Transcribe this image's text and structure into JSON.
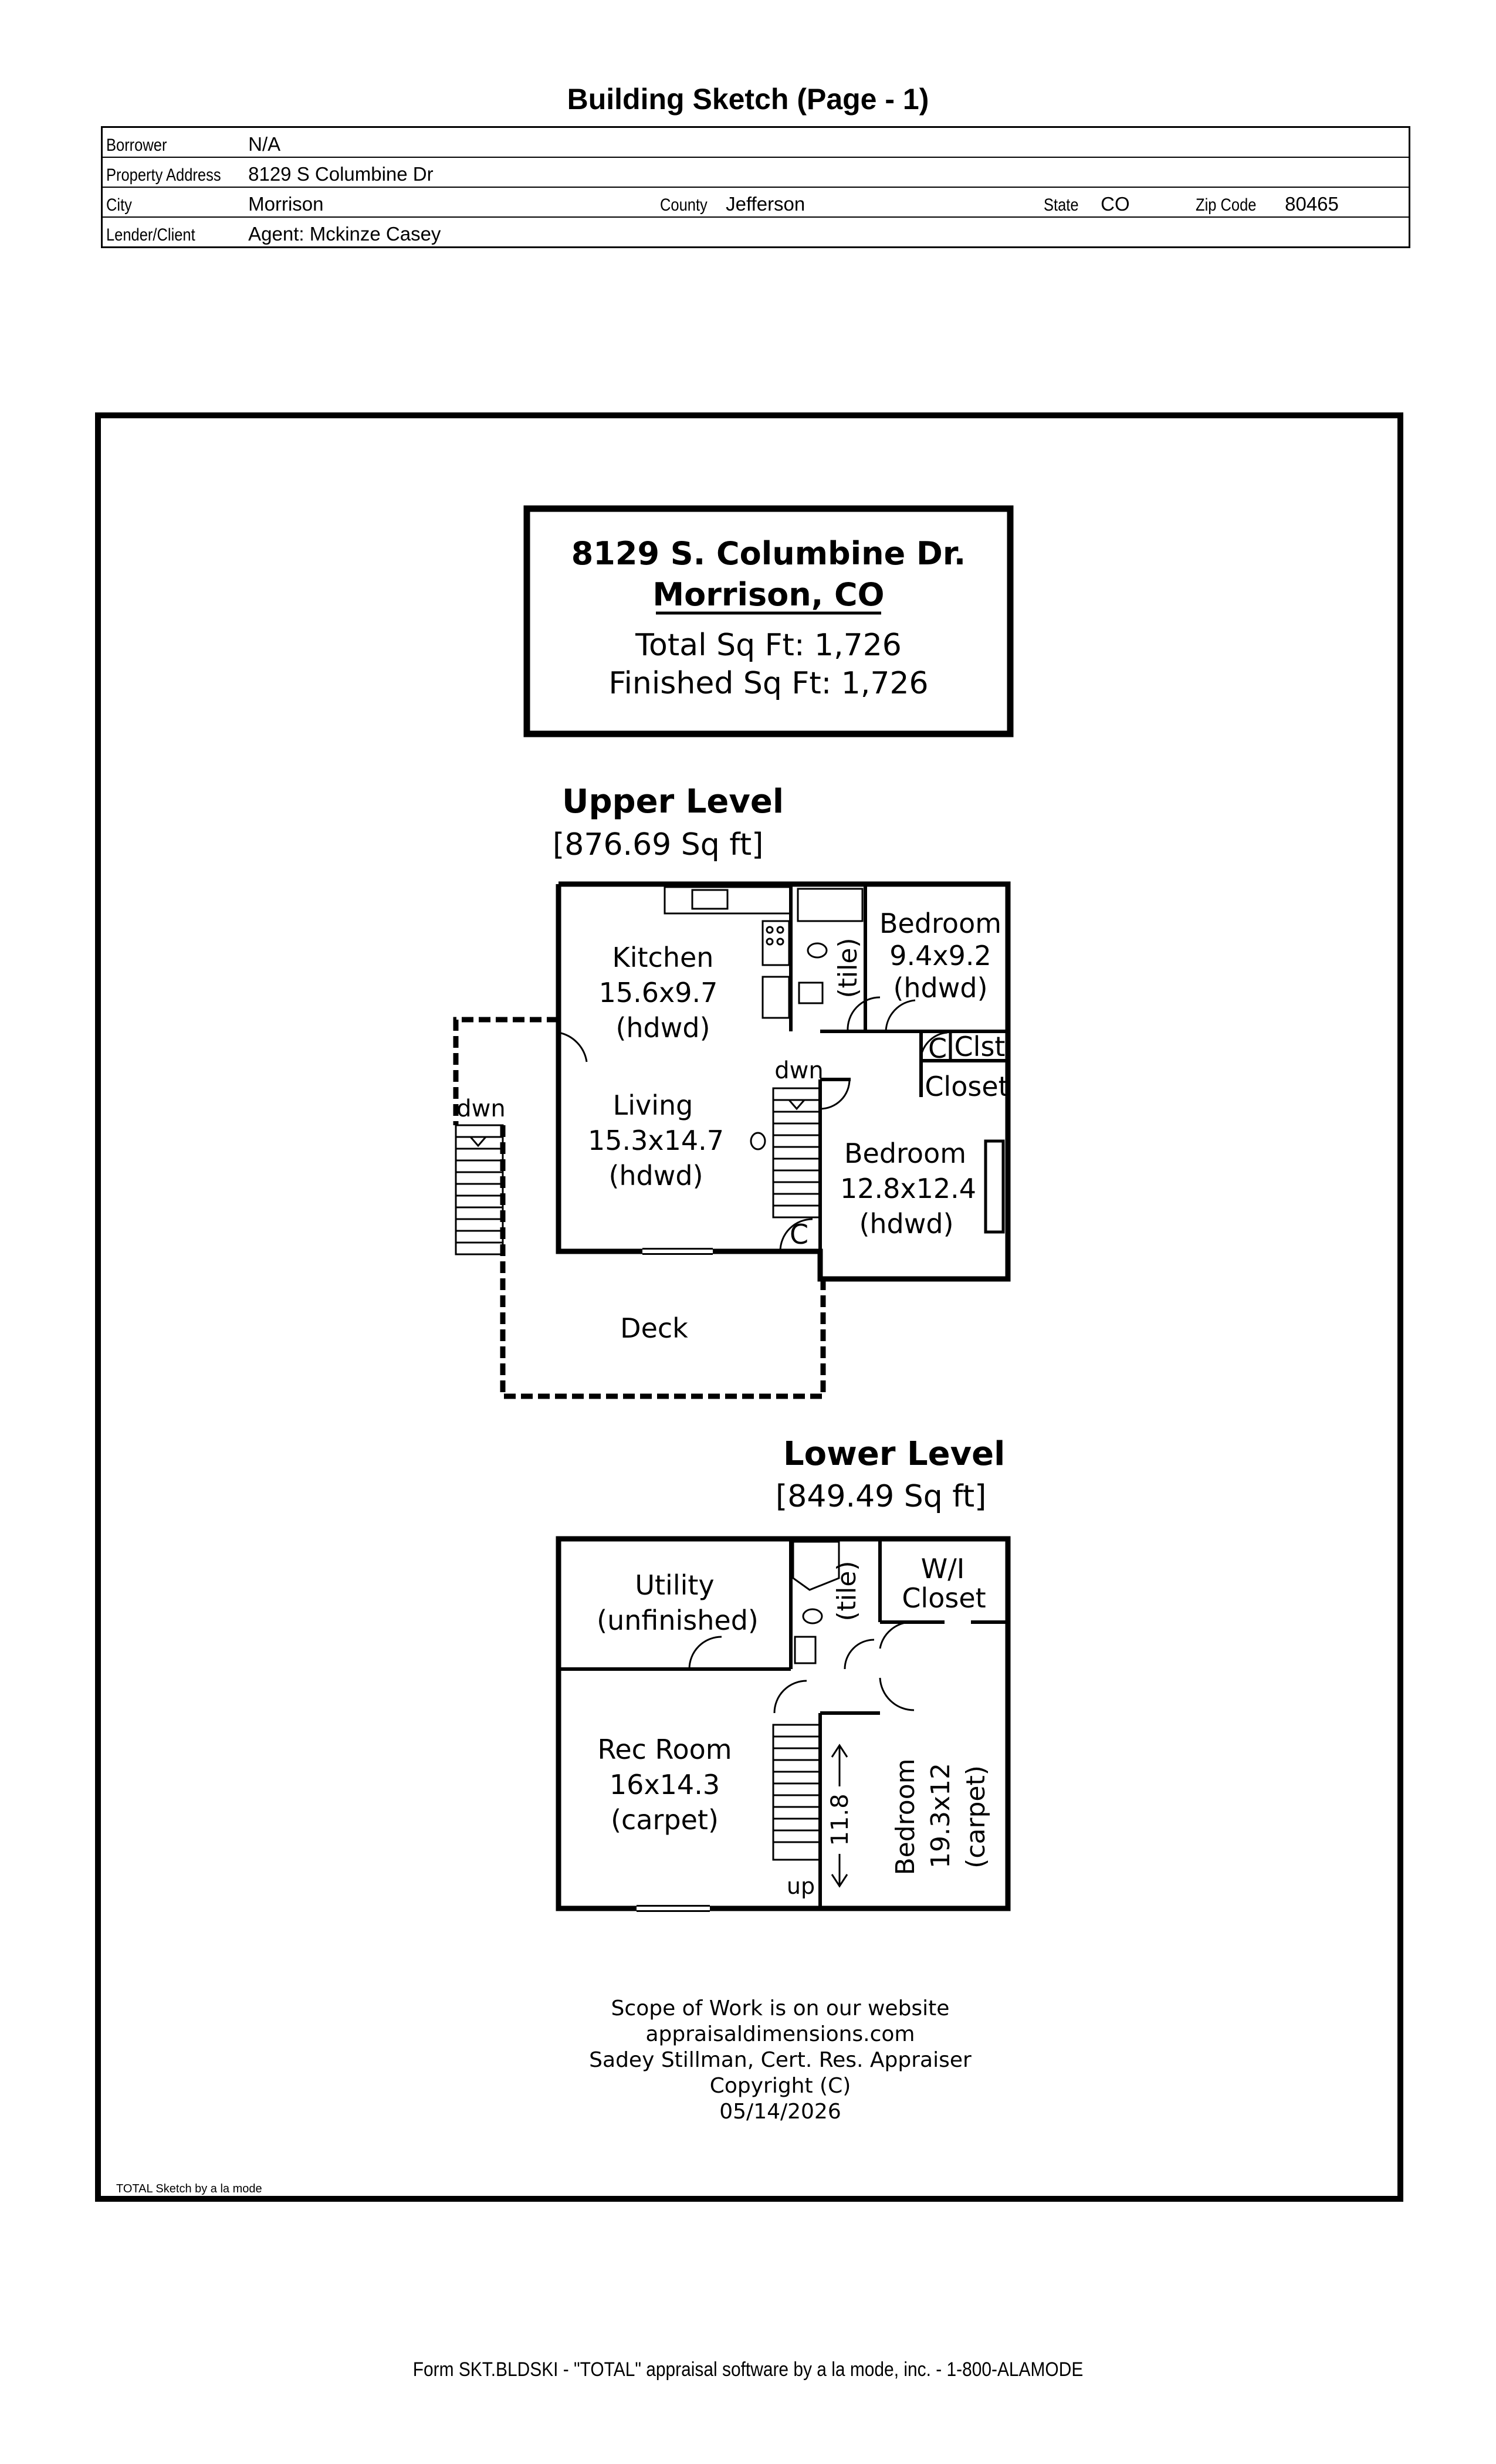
{
  "title": "Building Sketch (Page - 1)",
  "info": {
    "borrower_label": "Borrower",
    "borrower": "N/A",
    "address_label": "Property Address",
    "address": "8129 S Columbine Dr",
    "city_label": "City",
    "city": "Morrison",
    "county_label": "County",
    "county": "Jefferson",
    "state_label": "State",
    "state": "CO",
    "zip_label": "Zip Code",
    "zip": "80465",
    "lender_label": "Lender/Client",
    "lender": "Agent: Mckinze Casey"
  },
  "summary": {
    "address_line": "8129 S. Columbine Dr.",
    "city_line": "Morrison, CO",
    "total": "Total Sq Ft: 1,726",
    "finished": "Finished Sq Ft: 1,726"
  },
  "upper": {
    "heading": "Upper Level",
    "area": "[876.69 Sq ft]",
    "kitchen": [
      "Kitchen",
      "15.6x9.7",
      "(hdwd)"
    ],
    "living": [
      "Living",
      "15.3x14.7",
      "(hdwd)"
    ],
    "bedroom1": [
      "Bedroom",
      "9.4x9.2",
      "(hdwd)"
    ],
    "bedroom2": [
      "Bedroom",
      "12.8x12.4",
      "(hdwd)"
    ],
    "tile": "(tile)",
    "clst": "Clst",
    "closet": "Closet",
    "c1": "C",
    "c2": "C",
    "dwn1": "dwn",
    "dwn2": "dwn",
    "deck": "Deck"
  },
  "lower": {
    "heading": "Lower Level",
    "area": "[849.49 Sq ft]",
    "utility": [
      "Utility",
      "(unfinished)"
    ],
    "wi": [
      "W/I",
      "Closet"
    ],
    "rec": [
      "Rec Room",
      "16x14.3",
      "(carpet)"
    ],
    "bedroom": [
      "Bedroom",
      "19.3x12",
      "(carpet)"
    ],
    "tile": "(tile)",
    "dim": "11.8",
    "up": "up"
  },
  "notes": [
    "Scope of Work is on our website",
    "appraisaldimensions.com",
    "Sadey Stillman, Cert. Res. Appraiser",
    "Copyright (C)",
    "05/14/2026"
  ],
  "software_note": "TOTAL Sketch by a la mode",
  "footer": "Form SKT.BLDSKI - \"TOTAL\" appraisal software by a la mode, inc. - 1-800-ALAMODE"
}
